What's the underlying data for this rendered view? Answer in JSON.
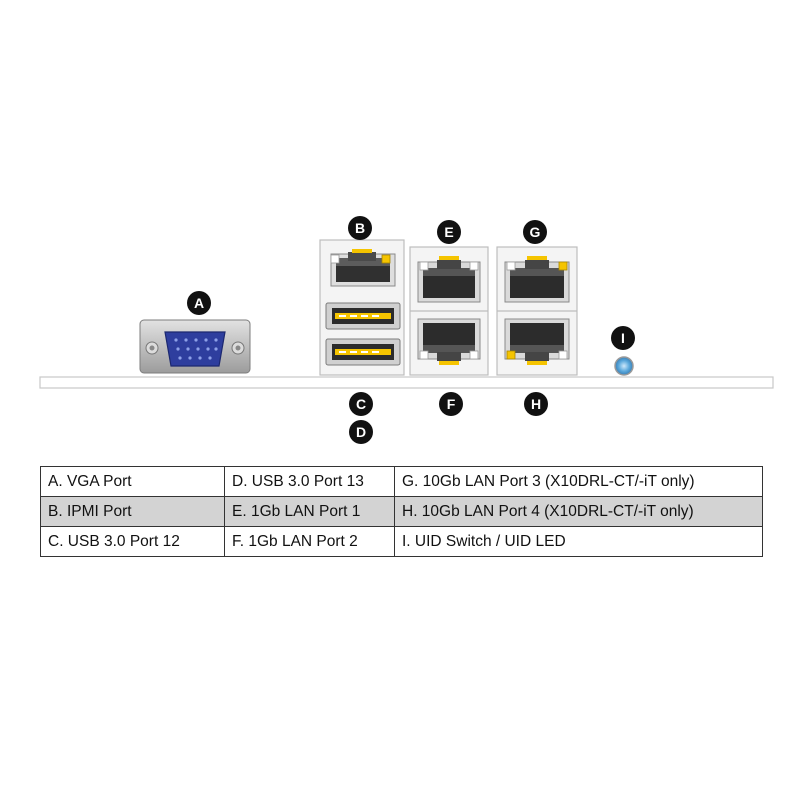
{
  "labels": {
    "a": "A",
    "b": "B",
    "c": "C",
    "d": "D",
    "e": "E",
    "f": "F",
    "g": "G",
    "h": "H",
    "i": "I"
  },
  "legend": {
    "rows": [
      [
        "A. VGA Port",
        "D. USB 3.0 Port 13",
        "G. 10Gb LAN Port 3 (X10DRL-CT/-iT only)"
      ],
      [
        "B. IPMI Port",
        "E. 1Gb LAN Port 1",
        "H. 10Gb LAN Port 4 (X10DRL-CT/-iT only)"
      ],
      [
        "C. USB  3.0  Port 12",
        "F. 1Gb LAN Port 2",
        "I. UID Switch / UID LED"
      ]
    ]
  },
  "colors": {
    "vga_connector": "#2e3e9e",
    "led_amber": "#f5c400",
    "uid_led": "#5aa8dc",
    "bracket": "#cccccc",
    "label_circle": "#111111"
  }
}
